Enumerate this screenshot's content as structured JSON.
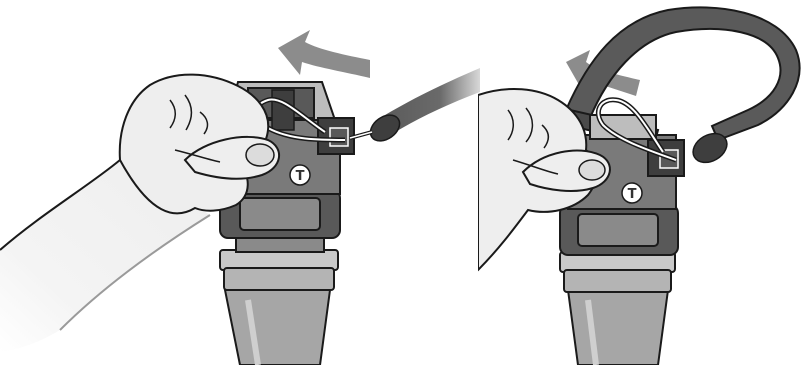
{
  "colors": {
    "outline": "#1a1a1a",
    "skin": "#eeeeee",
    "skin_shadow": "#cfcfcf",
    "device_light": "#c9c9c9",
    "device_mid": "#8a8a8a",
    "device_dark": "#595959",
    "device_darker": "#3e3e3e",
    "strap": "#5a5a5a",
    "arrow": "#8c8c8c",
    "white": "#ffffff"
  },
  "panels": [
    {
      "id": "left",
      "device_mark_label": "T",
      "icons": [
        "hand-icon",
        "curved-arrow-icon",
        "device-icon",
        "strap-loop-icon",
        "lanyard-cord-icon"
      ]
    },
    {
      "id": "right",
      "device_mark_label": "T",
      "icons": [
        "hand-icon",
        "curved-arrow-icon",
        "device-icon",
        "strap-loop-icon",
        "wrist-strap-icon"
      ]
    }
  ]
}
